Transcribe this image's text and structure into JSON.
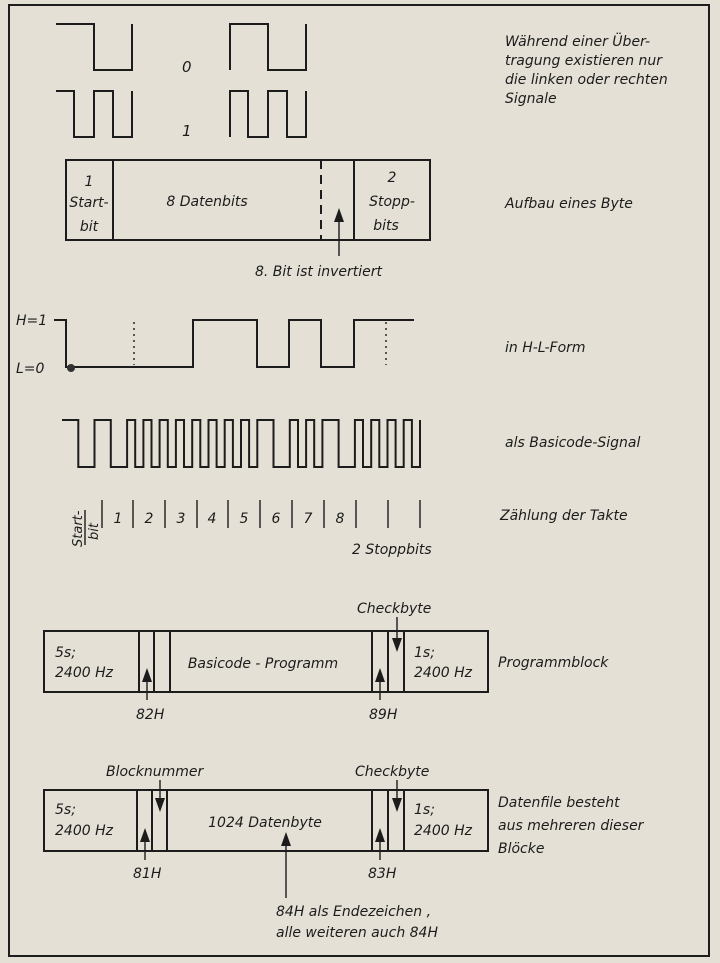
{
  "signals": {
    "zero_label": "0",
    "one_label": "1",
    "caption_lines": [
      "Während einer Über-",
      "tragung existieren nur",
      "die linken oder rechten",
      "Signale"
    ]
  },
  "byte_frame": {
    "start_lines": [
      "1",
      "Start-",
      "bit"
    ],
    "data_label": "8 Datenbits",
    "stop_lines": [
      "2",
      "Stopp-",
      "bits"
    ],
    "note": "8. Bit ist invertiert",
    "caption": "Aufbau eines Byte"
  },
  "hl_form": {
    "h_label": "H=1",
    "l_label": "L=0",
    "caption": "in H-L-Form"
  },
  "basicode": {
    "caption": "als Basicode-Signal"
  },
  "counting": {
    "start_lines": [
      "Start-",
      "bit"
    ],
    "numbers": [
      "1",
      "2",
      "3",
      "4",
      "5",
      "6",
      "7",
      "8"
    ],
    "stop_label": "2 Stoppbits",
    "caption": "Zählung der Takte"
  },
  "program_block": {
    "left_lines": [
      "5s;",
      "2400 Hz"
    ],
    "main_label": "Basicode - Programm",
    "right_lines": [
      "1s;",
      "2400 Hz"
    ],
    "marker_left": "82H",
    "marker_right": "89H",
    "checkbyte_label": "Checkbyte",
    "caption": "Programmblock"
  },
  "data_block": {
    "left_lines": [
      "5s;",
      "2400 Hz"
    ],
    "main_label": "1024 Datenbyte",
    "right_lines": [
      "1s;",
      "2400 Hz"
    ],
    "marker_left": "81H",
    "marker_right": "83H",
    "blocknumber_label": "Blocknummer",
    "checkbyte_label": "Checkbyte",
    "end_note_lines": [
      "84H als Endezeichen ,",
      "alle weiteren auch 84H"
    ],
    "caption_lines": [
      "Datenfile besteht",
      "aus mehreren dieser",
      "Blöcke"
    ]
  }
}
